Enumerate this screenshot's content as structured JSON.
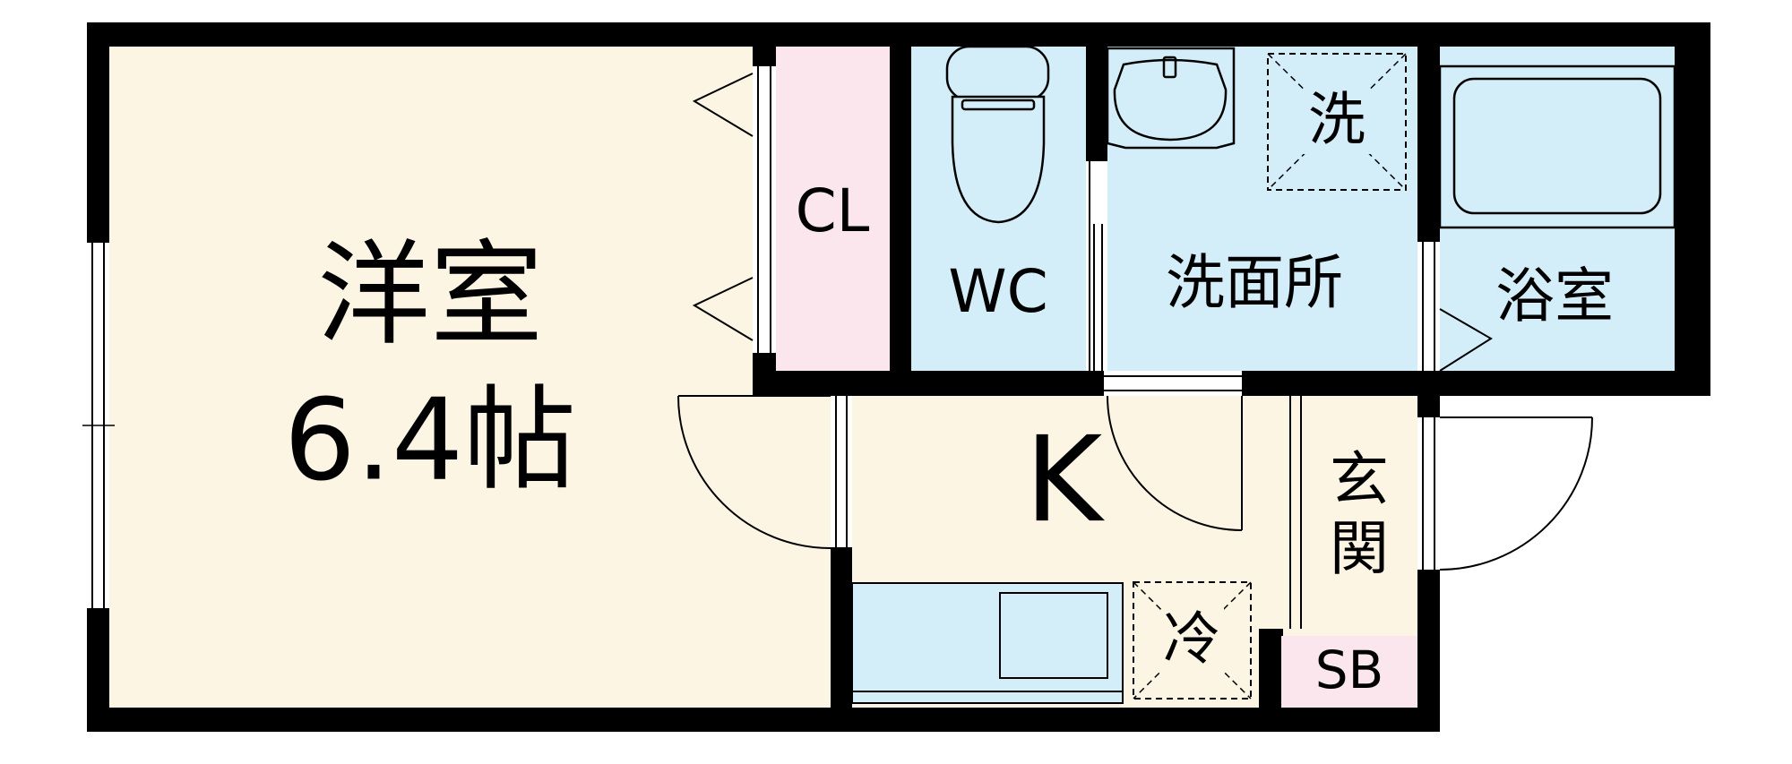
{
  "rooms": {
    "western_room": {
      "name": "洋室",
      "size": "6.4帖",
      "color": "#FDF5E3"
    },
    "closet": {
      "label": "CL",
      "color": "#FCE6EE"
    },
    "toilet": {
      "label": "WC",
      "color": "#D3EEF9"
    },
    "washroom": {
      "label": "洗面所",
      "color": "#D3EEF9"
    },
    "washer_space": {
      "label": "洗"
    },
    "bathroom": {
      "label": "浴室",
      "color": "#D3EEF9"
    },
    "kitchen": {
      "label": "K",
      "color": "#FDF5E3"
    },
    "fridge_space": {
      "label": "冷"
    },
    "entrance": {
      "label_top": "玄",
      "label_bottom": "関",
      "color": "#FDF5E3"
    },
    "shoe_box": {
      "label": "SB",
      "color": "#FCE6EE"
    },
    "kitchen_counter": {
      "color": "#D3EEF9"
    }
  },
  "colors": {
    "wall": "#000000",
    "line": "#000000"
  }
}
